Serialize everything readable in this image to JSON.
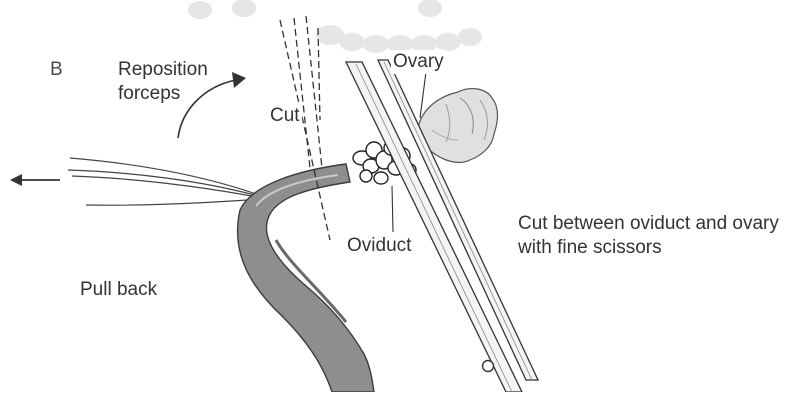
{
  "labels": {
    "panel_letter": "B",
    "reposition_line1": "Reposition",
    "reposition_line2": "forceps",
    "cut": "Cut",
    "ovary": "Ovary",
    "oviduct": "Oviduct",
    "instruction_line1": "Cut between oviduct and ovary",
    "instruction_line2": "with fine scissors",
    "pull_back": "Pull back"
  },
  "colors": {
    "ink": "#333333",
    "uterine_horn_fill": "#8a8a8a",
    "uterine_horn_shade": "#5e5e5e",
    "ovary_fill": "#dcdcdc",
    "scissor_blade": "#f4f4f4",
    "watermark": "#e4e4e4"
  }
}
